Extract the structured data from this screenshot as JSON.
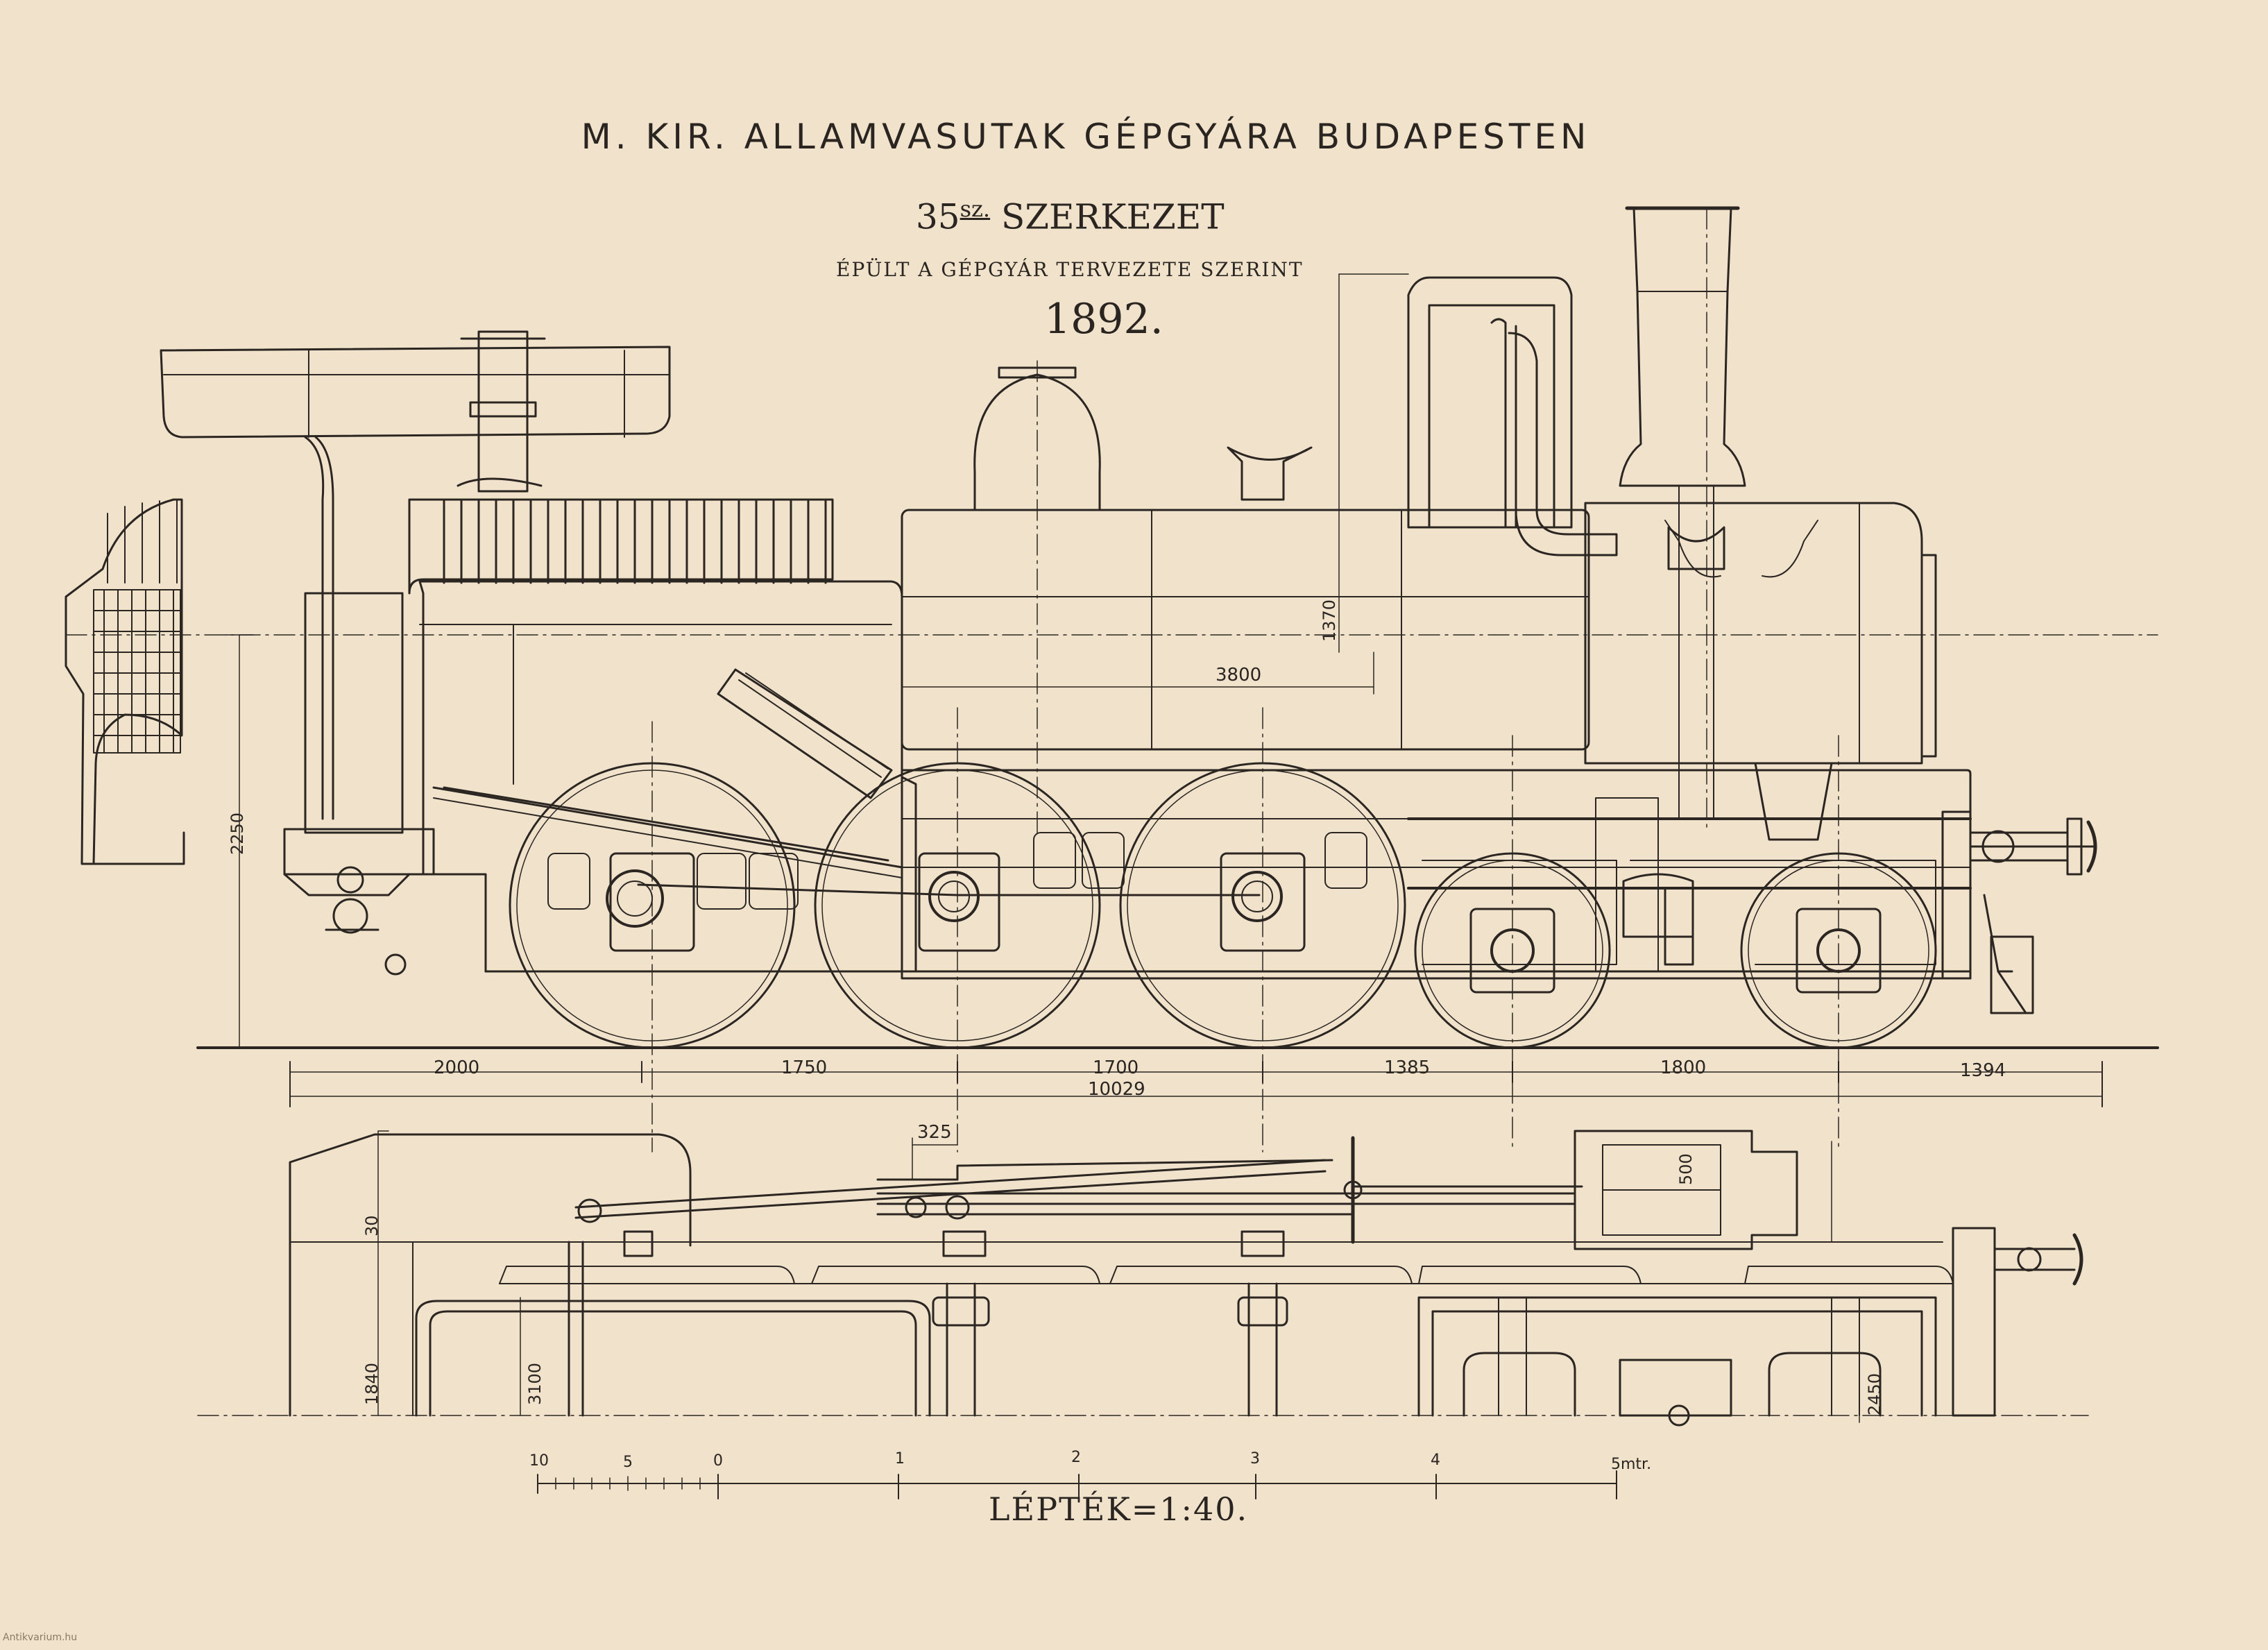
{
  "header": {
    "title": "M. KIR. ALLAMVASUTAK GÉPGYÁRA BUDAPESTEN",
    "subtitle_number": "35",
    "subtitle_sup": "sz.",
    "subtitle_text": "SZERKEZET",
    "built_line": "ÉPÜLT A GÉPGYÁR TERVEZETE SZERINT",
    "year": "1892."
  },
  "side_view": {
    "top_dimensions": {
      "dome_height": "1370",
      "boiler_length": "3800",
      "axle_height": "2250"
    },
    "wheelbase_dimensions": [
      "2000",
      "1750",
      "1700",
      "1385",
      "1800",
      "1394"
    ],
    "total_length": "10029"
  },
  "plan_view": {
    "dimensions": {
      "offset": "325",
      "cylinder": "500",
      "frame_top": "30",
      "height_a": "1840",
      "height_b": "3100",
      "height_c": "2450"
    }
  },
  "scale_bar": {
    "ticks": [
      "10",
      "5",
      "0",
      "1",
      "2",
      "3",
      "4",
      "5mtr."
    ],
    "label": "LÉPTÉK=1:40."
  },
  "watermark": "Antikvarium.hu",
  "colors": {
    "paper": "#f0e2cb",
    "ink": "#2b2622"
  }
}
